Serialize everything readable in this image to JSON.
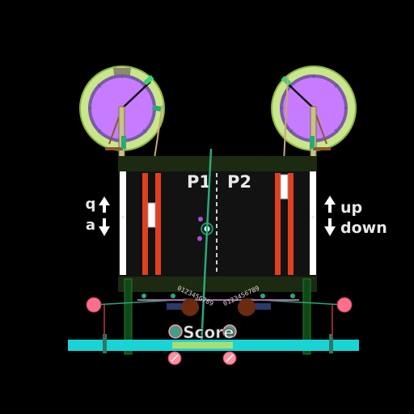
{
  "game": {
    "player1_label": "P1",
    "player2_label": "P2",
    "score_label": "Score"
  },
  "controls": {
    "left": {
      "up_key": "q",
      "down_key": "a"
    },
    "right": {
      "up_label": "up",
      "down_label": "down"
    }
  },
  "score_wheels": {
    "left_digits": "0123456789",
    "right_digits": "0123456789"
  },
  "colors": {
    "background": "#000000",
    "court": "#121212",
    "court_rail": "#1c2a12",
    "dial_outer": "#c8e68a",
    "dial_inner": "#c77cff",
    "net_rod": "#2aa876",
    "base_bar": "#19d4d4",
    "paddle": "#ffffff",
    "lane": "#e0401f",
    "knob": "#ff6e8a"
  },
  "icons": [
    "up-arrow-icon",
    "down-arrow-icon",
    "dial-gear-icon",
    "score-wheel-icon",
    "ball-icon"
  ]
}
